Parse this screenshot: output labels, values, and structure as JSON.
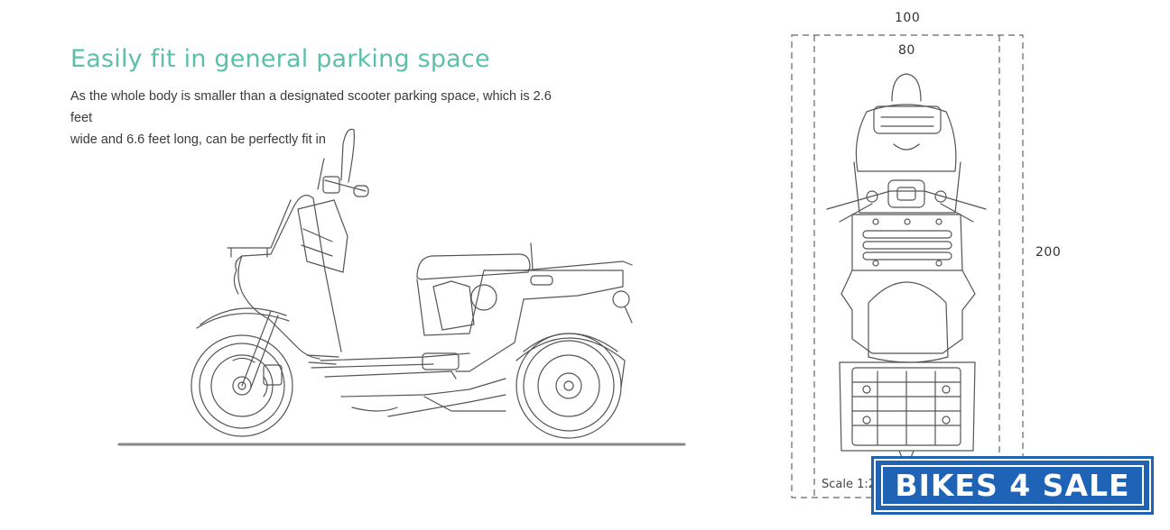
{
  "heading": "Easily fit in general parking space",
  "description": {
    "line1": "As the whole body is smaller than a designated scooter parking space, which is 2.6 feet",
    "line2": "wide and 6.6 feet long, can be perfectly fit in"
  },
  "dimensions": {
    "outer_width": "100",
    "inner_width": "80",
    "length": "200"
  },
  "scale_label": "Scale  1:2",
  "watermark": "BIKES 4 SALE",
  "colors": {
    "heading": "#5cbfaa",
    "watermark_bg": "#1e63b5",
    "line_art": "#555555"
  }
}
